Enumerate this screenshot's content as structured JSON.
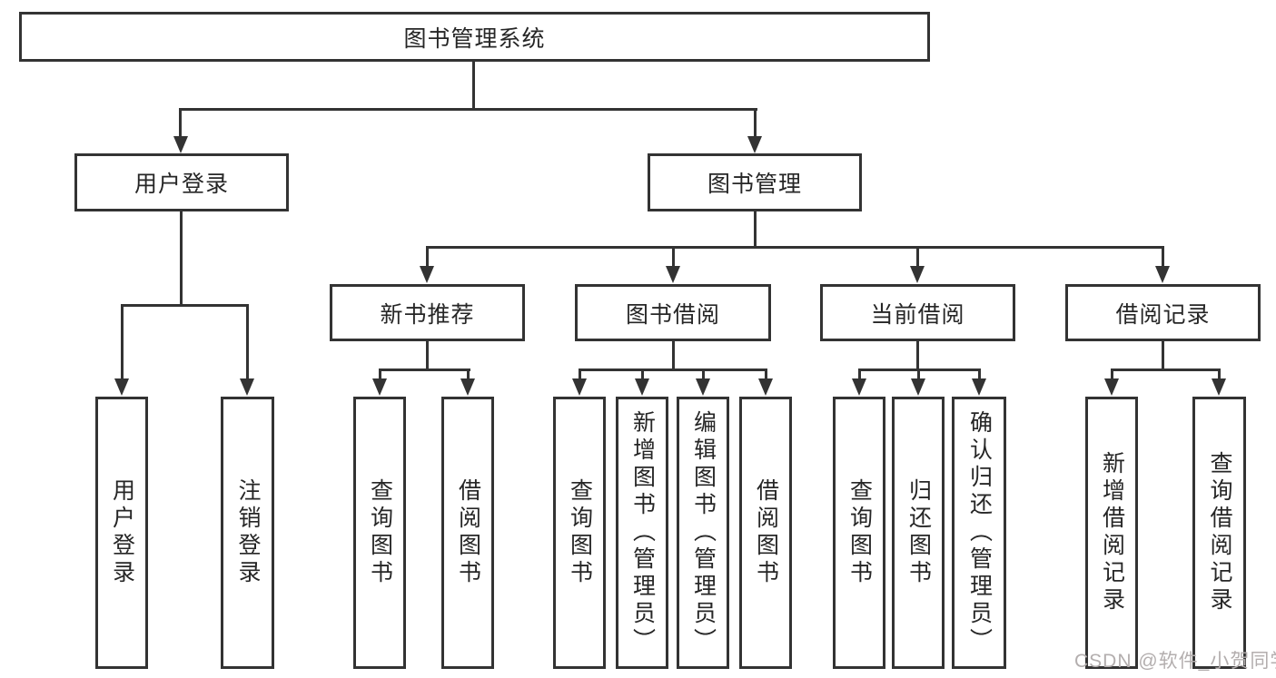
{
  "diagram": {
    "root": "图书管理系统",
    "level2": {
      "user_login": "用户登录",
      "book_management": "图书管理"
    },
    "level3": {
      "new_book_recommend": "新书推荐",
      "book_borrow": "图书借阅",
      "current_borrow": "当前借阅",
      "borrow_records": "借阅记录"
    },
    "leaves": {
      "user_login": [
        "用户登录",
        "注销登录"
      ],
      "new_book_recommend": [
        "查询图书",
        "借阅图书"
      ],
      "book_borrow": [
        "查询图书",
        "新增图书（管理员）",
        "编辑图书（管理员）",
        "借阅图书"
      ],
      "current_borrow": [
        "查询图书",
        "归还图书",
        "确认归还（管理员）"
      ],
      "borrow_records": [
        "新增借阅记录",
        "查询借阅记录"
      ]
    }
  },
  "watermark": "CSDN @软件_小贺同学",
  "colors": {
    "line": "#333333",
    "text": "#262626",
    "background": "#ffffff",
    "watermark": "#b3aeae"
  }
}
